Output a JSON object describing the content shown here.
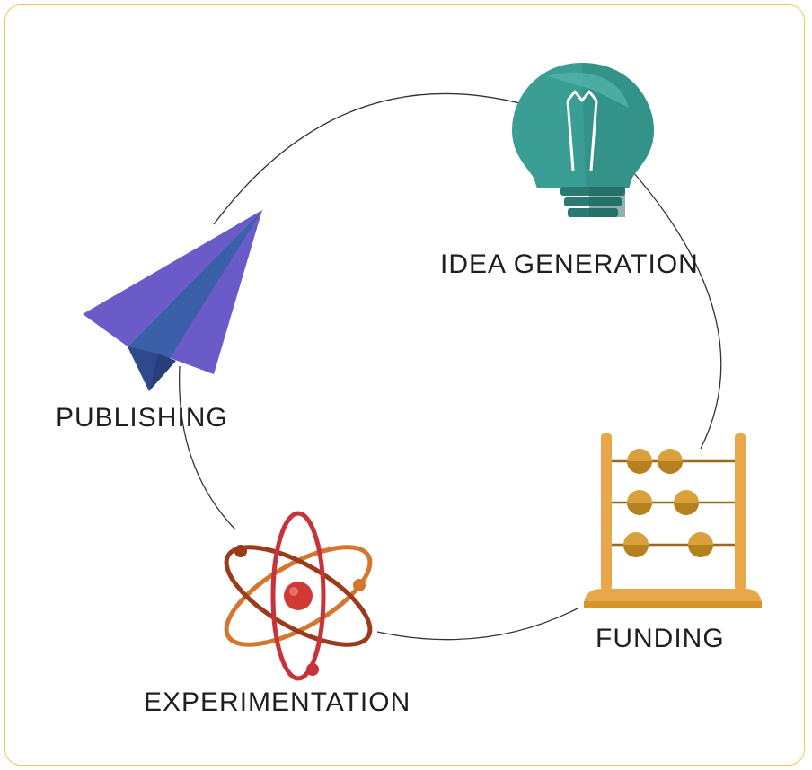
{
  "stages": [
    {
      "label": "IDEA GENERATION",
      "icon": "lightbulb-icon"
    },
    {
      "label": "FUNDING",
      "icon": "abacus-icon"
    },
    {
      "label": "EXPERIMENTATION",
      "icon": "atom-icon"
    },
    {
      "label": "PUBLISHING",
      "icon": "paper-plane-icon"
    }
  ],
  "colors": {
    "frame": "#f2c455",
    "cycle_line": "#333333",
    "lightbulb": "#3a9e94",
    "abacus_wood": "#e8a84a",
    "abacus_bead": "#d49a36",
    "atom_orbit_dark": "#9a3b1a",
    "atom_orbit_red": "#c8333a",
    "atom_orbit_orange": "#d4762e",
    "atom_nucleus": "#d13a34",
    "plane": "#6a5bc9",
    "plane_fold": "#3b5fa8"
  }
}
